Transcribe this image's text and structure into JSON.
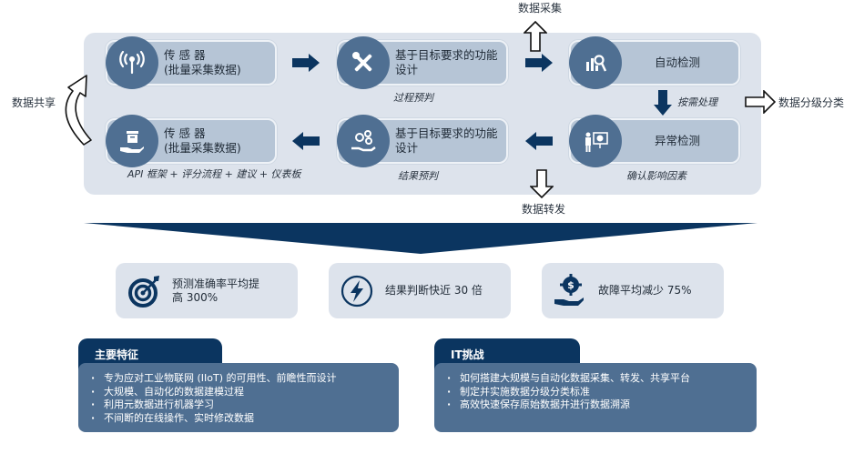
{
  "diagram": {
    "nodes": {
      "sensor_top": {
        "label": "传 感 器\n(批量采集数据)",
        "icon": "antenna-icon"
      },
      "design_top": {
        "label": "基于目标要求的功能\n设计",
        "icon": "tools-icon",
        "caption": "过程预判"
      },
      "auto_detect": {
        "label": "自动检测",
        "icon": "chart-search-icon"
      },
      "anomaly_detect": {
        "label": "异常检测",
        "icon": "presenter-icon",
        "caption": "确认影响因素"
      },
      "design_bottom": {
        "label": "基于目标要求的功能\n设计",
        "icon": "gears-hand-icon",
        "caption": "结果预判"
      },
      "sensor_bottom": {
        "label": "传 感 器\n(批量采集数据)",
        "icon": "box-hand-icon",
        "caption": "API 框架 + 评分流程 + 建议 + 仪表板"
      }
    },
    "down_arrow_caption": "按需处理",
    "external": {
      "collect": "数据采集",
      "forward": "数据转发",
      "classify": "数据分级分类",
      "share": "数据共享"
    }
  },
  "stats": [
    {
      "icon": "target-icon",
      "text": "预测准确率平均提\n高 300%"
    },
    {
      "icon": "lightning-icon",
      "text": "结果判断快近 30 倍"
    },
    {
      "icon": "money-gear-hand-icon",
      "text": "故障平均减少 75%"
    }
  ],
  "features": {
    "title": "主要特征",
    "items": [
      "专为应对工业物联网 (IIoT) 的可用性、前瞻性而设计",
      "大规模、自动化的数据建模过程",
      "利用元数据进行机器学习",
      "不间断的在线操作、实时修改数据"
    ]
  },
  "challenges": {
    "title": "IT挑战",
    "items": [
      "如何搭建大规模与自动化数据采集、转发、共享平台",
      "制定并实施数据分级分类标准",
      "高效快速保存原始数据并进行数据溯源"
    ]
  },
  "colors": {
    "panel": "#dde3ec",
    "node": "#b6c5d6",
    "circle": "#4f6f92",
    "navy": "#0b3560",
    "card_body": "#4f6f92"
  }
}
